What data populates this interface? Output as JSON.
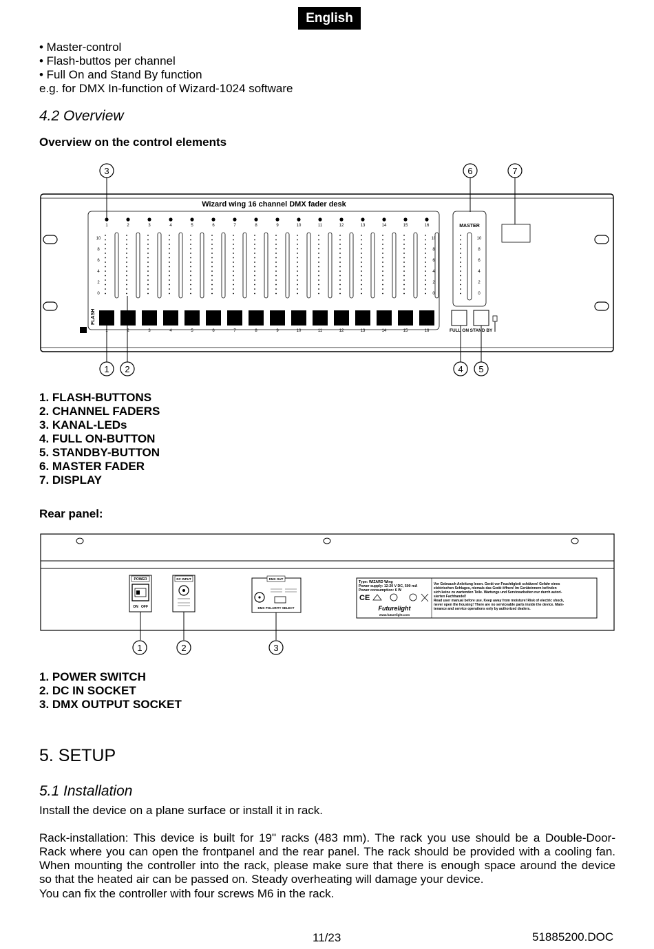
{
  "header": {
    "language_tag": "English"
  },
  "intro_lines": [
    "• Master-control",
    "• Flash-buttos per channel",
    "• Full On and Stand By function",
    "e.g. for DMX In-function of Wizard-1024 software"
  ],
  "overview": {
    "heading": "4.2 Overview",
    "subheading": "Overview on the control elements",
    "diagram": {
      "device_title": "Wizard wing 16 channel DMX fader desk",
      "channels": [
        "1",
        "2",
        "3",
        "4",
        "5",
        "6",
        "7",
        "8",
        "9",
        "10",
        "11",
        "12",
        "13",
        "14",
        "15",
        "16"
      ],
      "scale": [
        "10",
        "8",
        "6",
        "4",
        "2",
        "0"
      ],
      "master_label": "MASTER",
      "flash_label": "FLASH",
      "full_on_label": "FULL ON",
      "stand_by_label": "STAND BY",
      "callouts_top": [
        "3",
        "6",
        "7"
      ],
      "callouts_bottom": [
        "1",
        "2",
        "4",
        "5"
      ]
    },
    "legend": [
      "1. FLASH-BUTTONS",
      "2. CHANNEL FADERS",
      "3. KANAL-LEDs",
      "4. FULL ON-BUTTON",
      "5. STANDBY-BUTTON",
      "6. MASTER FADER",
      "7. DISPLAY"
    ]
  },
  "rear": {
    "heading": "Rear panel:",
    "diagram": {
      "power_label": "POWER",
      "on_label": "ON",
      "off_label": "OFF",
      "dc_label": "DC INPUT",
      "dmx_label": "DMX OUT",
      "polarity_label": "DMX POLARITY SELECT",
      "info_left": [
        "Type: WIZARD Wing",
        "Power supply: 12-20 V DC, 500 mA",
        "Power consumption: 6 W"
      ],
      "brand": "Futurelight",
      "website": "www.futurelight.com",
      "info_right": [
        "Vor Gebrauch Anleitung lesen. Gerät vor Feuchtigkeit schützen! Gefahr eines",
        "elektrischen Schlages, niemals das Gerät öffnen! Im Geräteinnern befinden",
        "sich keine zu wartenden Teile. Wartungs und Servicearbeiten nur durch autori-",
        "sierten Fachhandel!",
        "Read user manual before use. Keep away from moisture! Risk of electric shock,",
        "never open the housing! There are no serviceable parts inside the device. Main-",
        "tenance and service operations only by authorized dealers."
      ],
      "callouts": [
        "1",
        "2",
        "3"
      ]
    },
    "legend": [
      "1. POWER SWITCH",
      "2. DC IN SOCKET",
      "3. DMX OUTPUT SOCKET"
    ]
  },
  "setup": {
    "heading": "5. SETUP",
    "install_heading": "5.1 Installation",
    "install_text": "Install the device on a plane surface or install it in rack.",
    "rack_lines": [
      "Rack-installation: This device is built for 19\" racks (483 mm). The rack you use should be a Double-Door-",
      "Rack where you can open the frontpanel and the rear panel. The rack should be provided with a cooling fan.",
      "When mounting the controller into the rack, please make sure that there is enough space around the device",
      "so that the heated air can be passed on. Steady overheating will damage your device."
    ],
    "screws_text": "You can fix the controller with four screws M6 in the rack."
  },
  "footer": {
    "page": "11/23",
    "doc": "51885200.DOC"
  }
}
